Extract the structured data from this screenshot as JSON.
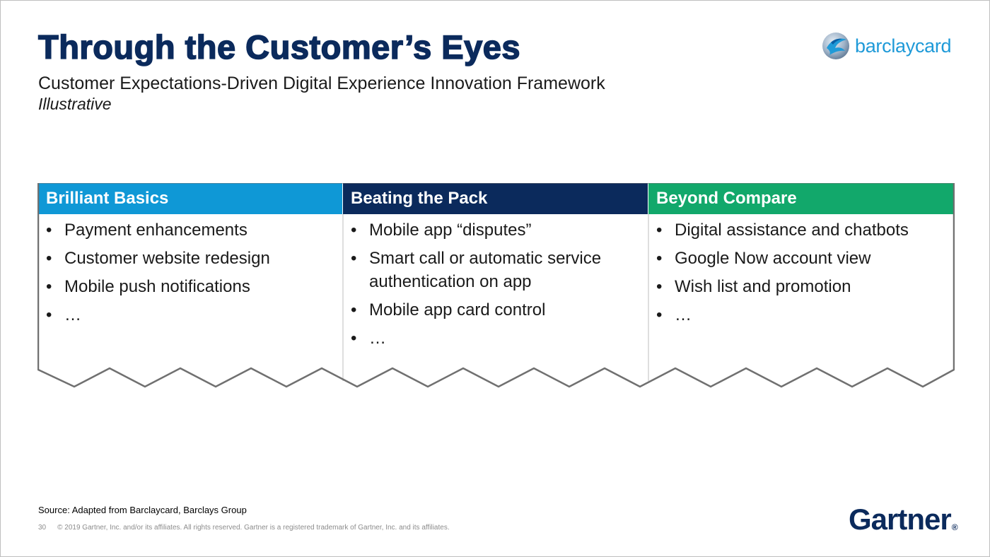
{
  "title": "Through the Customer’s Eyes",
  "subtitle": "Customer Expectations-Driven Digital Experience Innovation Framework",
  "note": "Illustrative",
  "logo": {
    "text": "barclaycard",
    "icon": "barclaycard-eagle-icon",
    "color": "#1f9ad8"
  },
  "columns": [
    {
      "header": "Brilliant Basics",
      "color": "#0f98d6",
      "items": [
        "Payment enhancements",
        "Customer website redesign",
        "Mobile push notifications",
        "…"
      ]
    },
    {
      "header": "Beating the Pack",
      "color": "#0b2a5c",
      "items": [
        "Mobile app “disputes”",
        "Smart call or automatic service authentication on app",
        "Mobile app card control",
        "…"
      ]
    },
    {
      "header": "Beyond Compare",
      "color": "#12a86b",
      "items": [
        "Digital assistance and chatbots",
        "Google Now account view",
        "Wish list and promotion",
        "…"
      ]
    }
  ],
  "source": "Source: Adapted from Barclaycard, Barclays Group",
  "footer": {
    "page_number": "30",
    "copyright": "© 2019 Gartner, Inc. and/or its affiliates. All rights reserved. Gartner is a registered trademark of Gartner, Inc. and its affiliates."
  },
  "brand": {
    "name": "Gartner",
    "mark": "®",
    "color": "#0b2a5c"
  }
}
